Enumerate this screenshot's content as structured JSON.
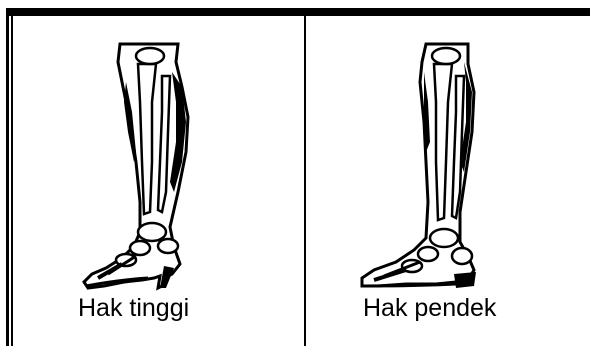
{
  "table": {
    "cells": [
      {
        "caption": "Hak tinggi",
        "illustration": "high-heel-leg-skeleton"
      },
      {
        "caption": "Hak pendek",
        "illustration": "low-heel-leg-skeleton"
      }
    ]
  }
}
